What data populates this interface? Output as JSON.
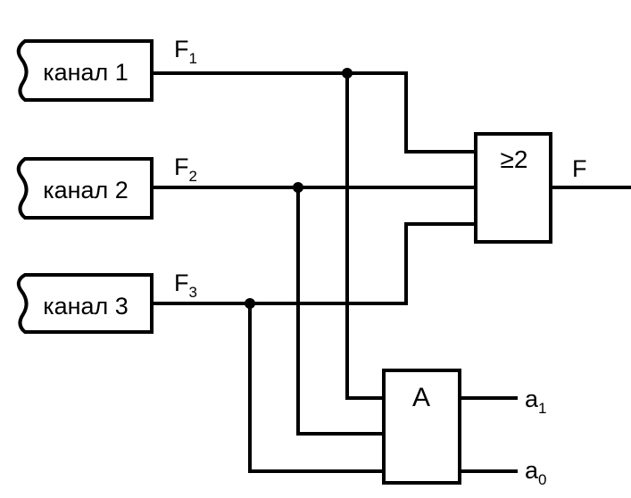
{
  "channels": [
    {
      "label": "канал 1",
      "signal_main": "F",
      "signal_sub": "1"
    },
    {
      "label": "канал 2",
      "signal_main": "F",
      "signal_sub": "2"
    },
    {
      "label": "канал 3",
      "signal_main": "F",
      "signal_sub": "3"
    }
  ],
  "majority_gate": {
    "label": "≥2",
    "output": "F"
  },
  "analyzer": {
    "label": "A",
    "outputs": [
      {
        "main": "a",
        "sub": "1"
      },
      {
        "main": "a",
        "sub": "0"
      }
    ]
  }
}
